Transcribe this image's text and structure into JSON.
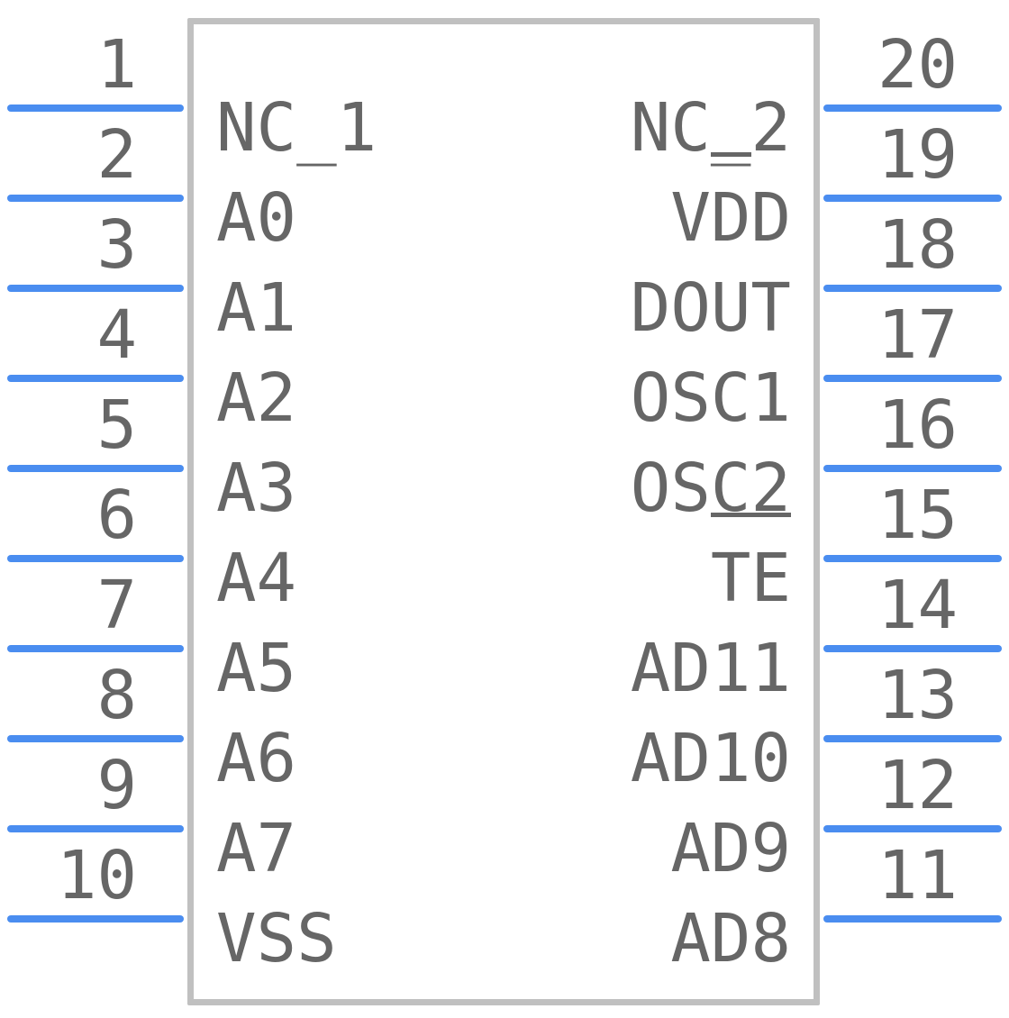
{
  "component": {
    "left_pins": [
      {
        "number": "1",
        "name": "NC_1"
      },
      {
        "number": "2",
        "name": "A0"
      },
      {
        "number": "3",
        "name": "A1"
      },
      {
        "number": "4",
        "name": "A2"
      },
      {
        "number": "5",
        "name": "A3"
      },
      {
        "number": "6",
        "name": "A4"
      },
      {
        "number": "7",
        "name": "A5"
      },
      {
        "number": "8",
        "name": "A6"
      },
      {
        "number": "9",
        "name": "A7"
      },
      {
        "number": "10",
        "name": "VSS"
      }
    ],
    "right_pins": [
      {
        "number": "20",
        "name": "NC_2"
      },
      {
        "number": "19",
        "name": "VDD",
        "overline_chars": [
          1,
          2
        ]
      },
      {
        "number": "18",
        "name": "DOUT"
      },
      {
        "number": "17",
        "name": "OSC1"
      },
      {
        "number": "16",
        "name": "OSC2"
      },
      {
        "number": "15",
        "name": "TE",
        "overline_chars": [
          0,
          2
        ]
      },
      {
        "number": "14",
        "name": "AD11"
      },
      {
        "number": "13",
        "name": "AD10"
      },
      {
        "number": "12",
        "name": "AD9"
      },
      {
        "number": "11",
        "name": "AD8"
      }
    ]
  },
  "colors": {
    "pin_line": "#4a8df0",
    "outline": "#c0c0c0",
    "text": "#666666"
  }
}
